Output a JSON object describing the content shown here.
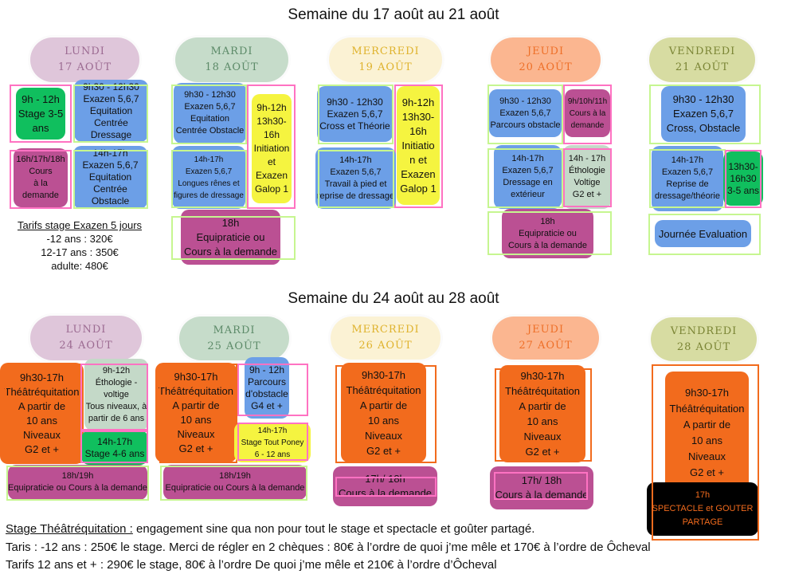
{
  "week1": {
    "title": "Semaine du 17 août au 21 août",
    "days": [
      {
        "name": "LUNDI",
        "date": "17 AOÛT"
      },
      {
        "name": "MARDI",
        "date": "18 AOÛT"
      },
      {
        "name": "MERCREDI",
        "date": "19 AOÛT"
      },
      {
        "name": "JEUDI",
        "date": "20 AOÛT"
      },
      {
        "name": "VENDREDI",
        "date": "21 AOÛT"
      }
    ],
    "lundi": [
      "9h - 12h\nStage 3-5\nans",
      "9h30 - 12h30\nExazen 5,6,7\nEquitation\nCentrée Dressage",
      "16h/17h/18h\nCours\nà la\ndemande",
      "14h-17h\nExazen 5,6,7\nEquitation\nCentrée Obstacle"
    ],
    "mardi": [
      "9h30 - 12h30\nExazen 5,6,7\nEquitation\nCentrée Obstacle",
      "9h-12h\n13h30-\n16h\nInitiation\net\nExazen\nGalop 1",
      "14h-17h\nExazen 5,6,7\nLongues rênes et\nfigures de dressage",
      "18h\nEquipraticie ou\nCours à la demande"
    ],
    "mercredi": [
      "9h30 - 12h30\nExazen 5,6,7\nCross et Théorie",
      "9h-12h\n13h30-\n16h\nInitiatio\nn et\nExazen\nGalop 1",
      "14h-17h\nExazen 5,6,7\nTravail à pied et\nreprise de dressage"
    ],
    "jeudi": [
      "9h30 - 12h30\nExazen 5,6,7\nParcours obstacle",
      "9h/10h/11h\nCours à la\ndemande",
      "14h-17h\nExazen 5,6,7\nDressage en\nextérieur",
      "14h - 17h\nÉthologie\nVoltige\nG2 et +",
      "18h\nEquipraticie ou\nCours à la demande"
    ],
    "vendredi": [
      "9h30 - 12h30\nExazen 5,6,7\nCross, Obstacle",
      "14h-17h\nExazen 5,6,7\nReprise de\ndressage/théorie",
      "13h30-\n16h30\n3-5 ans",
      "Journée Evaluation"
    ],
    "tarifs": {
      "title": "Tarifs stage Exazen 5 jours ",
      "lines": [
        "-12 ans : 320€",
        "12-17 ans : 350€",
        "adulte: 480€"
      ]
    }
  },
  "week2": {
    "title": "Semaine du 24 août au 28 août",
    "days": [
      {
        "name": "LUNDI",
        "date": "24 AOÛT"
      },
      {
        "name": "MARDI",
        "date": "25 AOÛT"
      },
      {
        "name": "MERCREDI",
        "date": "26 AOÛT"
      },
      {
        "name": "JEUDI",
        "date": "27 AOÛT"
      },
      {
        "name": "VENDREDI",
        "date": "28 AOÛT"
      }
    ],
    "theatre": "9h30-17h\nThéâtréquitation\nA partir de\n10 ans\nNiveaux\nG2 et +",
    "lundi": [
      "9h-12h\nÉthologie -\nvoltige\nTous niveaux, à\npartir de 6 ans",
      "14h-17h\nStage 4-6 ans",
      "18h/19h\nEquipraticie ou Cours à la demande"
    ],
    "mardi": [
      "9h - 12h\nParcours\nd'obstacle\nG4 et +",
      "14h-17h\nStage Tout Poney\n6 - 12 ans",
      "18h/19h\nEquipraticie ou Cours à la demande"
    ],
    "mercredi": [
      "17h/ 18h\nCours à la demande"
    ],
    "jeudi": [
      "17h/ 18h\nCours à la demande"
    ],
    "vendredi": [
      "17h\nSPECTACLE et GOUTER\nPARTAGE"
    ]
  },
  "footer": {
    "label": "Stage Théâtréquitation :",
    "line1": " engagement sine qua non pour tout le stage et spectacle et goûter partagé.",
    "line2": "Taris : -12 ans : 250€ le stage. Merci de régler en 2 chèques : 80€ à l’ordre de quoi j’me mêle et 170€ à l’ordre de Ôcheval",
    "line3": "Tarifs 12 ans et + : 290€ le stage, 80€ à l’ordre De quoi j’me mêle et 210€ à l’ordre d’Ôcheval"
  }
}
